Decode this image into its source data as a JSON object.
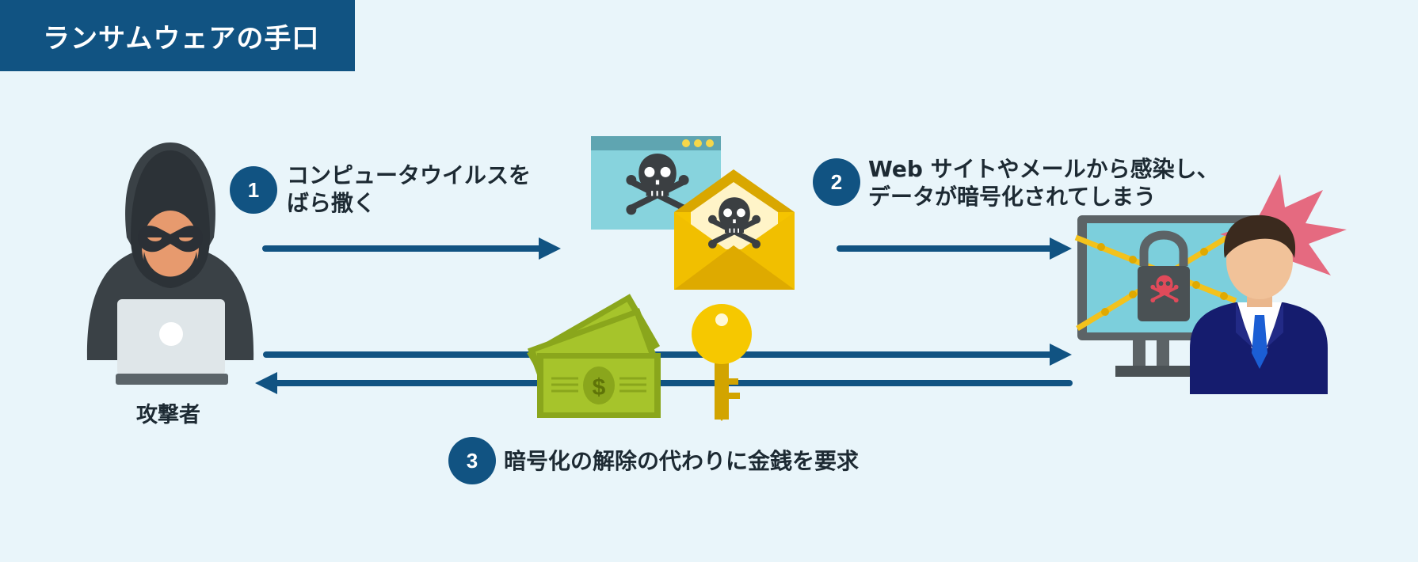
{
  "title": "ランサムウェアの手口",
  "steps": [
    {
      "number": "1",
      "line1": "コンピュータウイルスを",
      "line2": "ばら撒く"
    },
    {
      "number": "2",
      "line1": "Web サイトやメールから感染し、",
      "line2": "データが暗号化されてしまう"
    },
    {
      "number": "3",
      "line1": "暗号化の解除の代わりに金銭を要求"
    }
  ],
  "attacker_label": "攻撃者",
  "money_symbol": "$",
  "icons": [
    "hooded-attacker-icon",
    "laptop-icon",
    "virus-browser-icon",
    "virus-envelope-icon",
    "money-icon",
    "key-icon",
    "locked-monitor-icon",
    "victim-businessman-icon",
    "shock-burst-icon"
  ],
  "colors": {
    "background": "#e9f5fa",
    "title_bar": "#115382",
    "arrow": "#115382",
    "skull": "#3b3f42",
    "envelope": "#f5c400",
    "money": "#a6c42b",
    "key": "#f6c800",
    "burst": "#e56a80",
    "suit": "#151c6e",
    "monitor": "#5c6366",
    "screen": "#7ccfdc"
  }
}
